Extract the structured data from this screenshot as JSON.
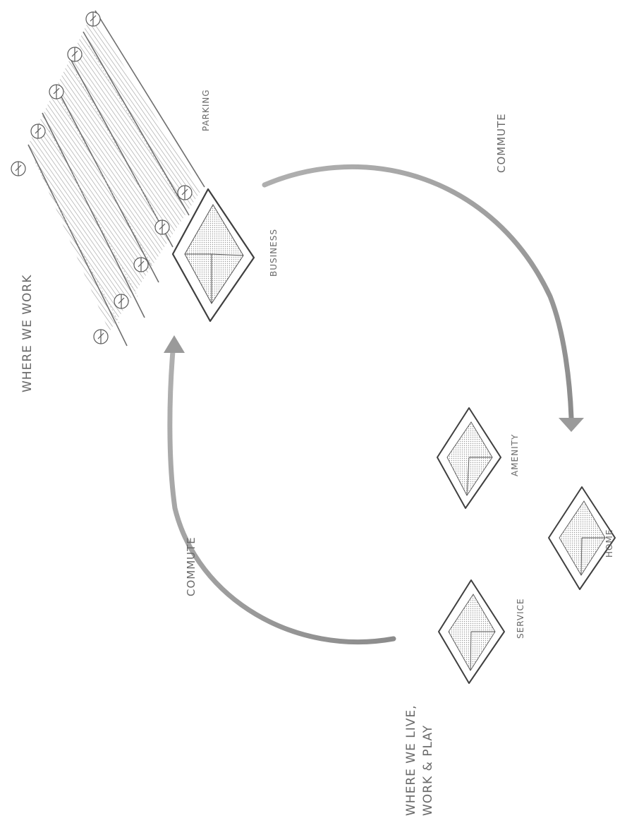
{
  "labels": {
    "where_we_work": "WHERE WE WORK",
    "where_we_live_line1": "WHERE WE LIVE,",
    "where_we_live_line2": "WORK & PLAY",
    "parking": "PARKING",
    "business": "BUSINESS",
    "commute_top": "COMMUTE",
    "commute_left": "COMMUTE",
    "amenity": "AMENITY",
    "service": "SERVICE",
    "home": "HOME"
  },
  "colors": {
    "text": "#6a6a6a",
    "line": "#4a4a4a",
    "arrow": "#9a9a9a",
    "hatch": "#8a8a8a"
  },
  "icons": {
    "parking_lot": "parking-lot-hatch",
    "trees": "tree-icon",
    "building": "building-diamond",
    "arrows": "commute-arrow"
  }
}
